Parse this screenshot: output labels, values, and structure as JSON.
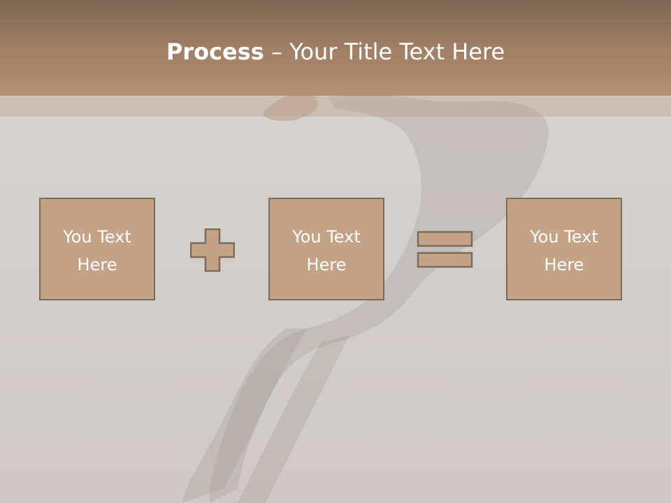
{
  "slide": {
    "title_bold": "Process",
    "title_dash": " – ",
    "title_rest": "Your Title Text Here"
  },
  "boxes": [
    {
      "label_line1": "You Text",
      "label_line2": "Here"
    },
    {
      "label_line1": "You Text",
      "label_line2": "Here"
    },
    {
      "label_line1": "You Text",
      "label_line2": "Here"
    }
  ],
  "operators": [
    "plus-icon",
    "equals-icon"
  ],
  "colors": {
    "header_top": "#7e6651",
    "header_bottom": "#b48f74",
    "box_fill": "#c4a387",
    "box_border": "#7c6a5b",
    "background": "#d5d1ce",
    "text": "#ffffff"
  }
}
